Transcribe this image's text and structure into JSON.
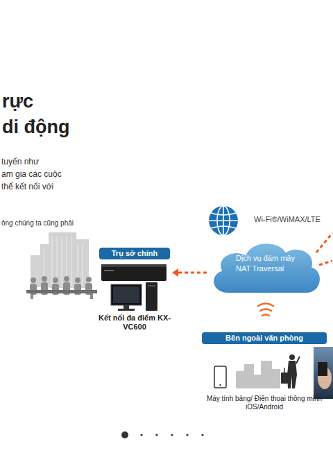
{
  "diagram": {
    "title": "rực di động",
    "nodes": [
      {
        "text": [
          "Trụ sở chính",
          "Kết nối đa điểm KX-VC600"
        ]
      },
      {
        "text": [
          "Dịch vụ đám mây NAT Traversal"
        ]
      },
      {
        "text": [
          "Bên ngoài văn phòng",
          "Máy tính bảng/ Điện thoại thông minh iOS/Android"
        ]
      }
    ],
    "edges": [
      {
        "from": 1,
        "to": 0,
        "arrow": "to"
      }
    ],
    "labels": [
      "Wi-Fi®/WiMAX/LTE",
      "tuyến như",
      "am gia các cuộc",
      "thể kết nối với",
      "ông chúng ta cũng phải"
    ]
  }
}
